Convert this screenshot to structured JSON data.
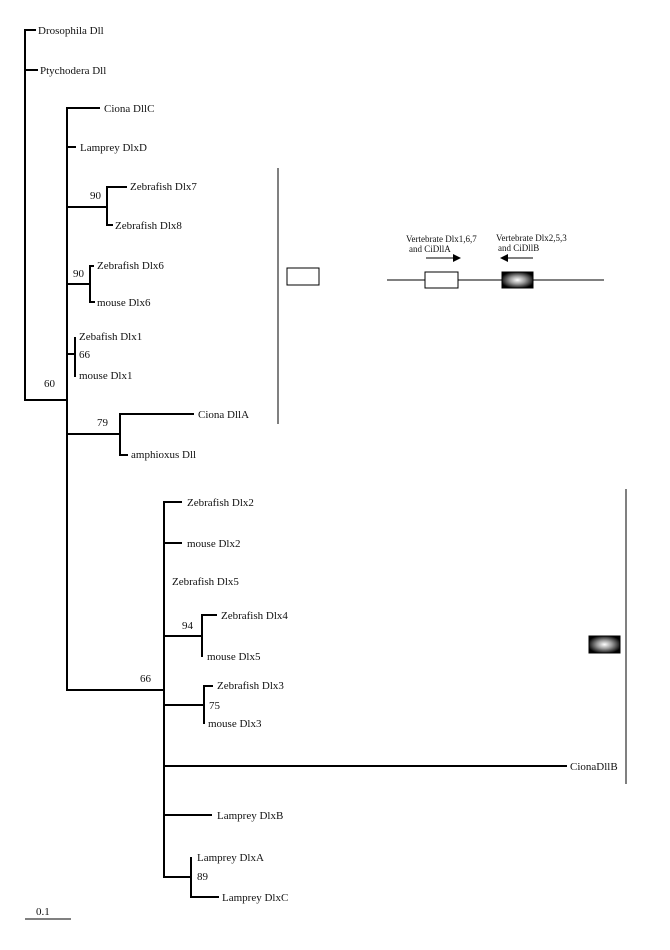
{
  "tree": {
    "taxa": {
      "drosophila": "Drosophila Dll",
      "ptychodera": "Ptychodera Dll",
      "ciona_dllc": "Ciona DllC",
      "lamprey_dlxd": "Lamprey DlxD",
      "zf_dlx7": "Zebrafish Dlx7",
      "zf_dlx8": "Zebrafish Dlx8",
      "zf_dlx6": "Zebrafish Dlx6",
      "mouse_dlx6": "mouse Dlx6",
      "zf_dlx1": "Zebafish Dlx1",
      "mouse_dlx1": "mouse Dlx1",
      "ciona_dlla": "Ciona DllA",
      "amphioxus": "amphioxus Dll",
      "zf_dlx2": "Zebrafish Dlx2",
      "mouse_dlx2": "mouse Dlx2",
      "zf_dlx5": "Zebrafish Dlx5",
      "zf_dlx4": "Zebrafish Dlx4",
      "mouse_dlx5": "mouse Dlx5",
      "zf_dlx3": "Zebrafish Dlx3",
      "mouse_dlx3": "mouse Dlx3",
      "ciona_dllb": "CionaDllB",
      "lamprey_dlxb": "Lamprey DlxB",
      "lamprey_dlxa": "Lamprey DlxA",
      "lamprey_dlxc": "Lamprey DlxC"
    },
    "bootstrap": {
      "b60": "60",
      "b90a": "90",
      "b90b": "90",
      "b66a": "66",
      "b79": "79",
      "b66b": "66",
      "b94": "94",
      "b75": "75",
      "b89": "89"
    },
    "scale_bar_label": "0.1"
  },
  "schematic": {
    "left_label_line1": "Vertebrate Dlx1,6,7",
    "left_label_line2": "and CiDllA",
    "right_label_line1": "Vertebrate Dlx2,5,3",
    "right_label_line2": "and CiDllB"
  },
  "colors": {
    "line": "#000000",
    "text": "#111111",
    "background": "#ffffff"
  }
}
